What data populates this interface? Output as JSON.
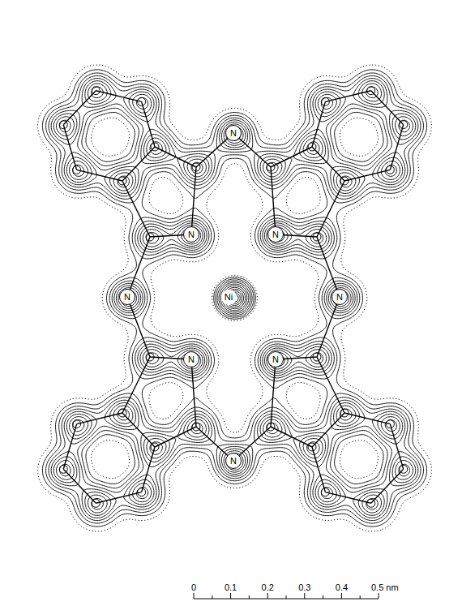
{
  "diagram": {
    "nodes": [
      {
        "text": [
          "N"
        ]
      },
      {
        "text": [
          "N"
        ]
      },
      {
        "text": [
          "N"
        ]
      },
      {
        "text": [
          "N"
        ]
      },
      {
        "text": [
          "N"
        ]
      },
      {
        "text": [
          "N"
        ]
      },
      {
        "text": [
          "N"
        ]
      },
      {
        "text": [
          "N"
        ]
      }
    ],
    "labels": [
      "Ni",
      "0",
      "0.1",
      "0.2",
      "0.3",
      "0.4",
      "0.5 nm"
    ]
  }
}
